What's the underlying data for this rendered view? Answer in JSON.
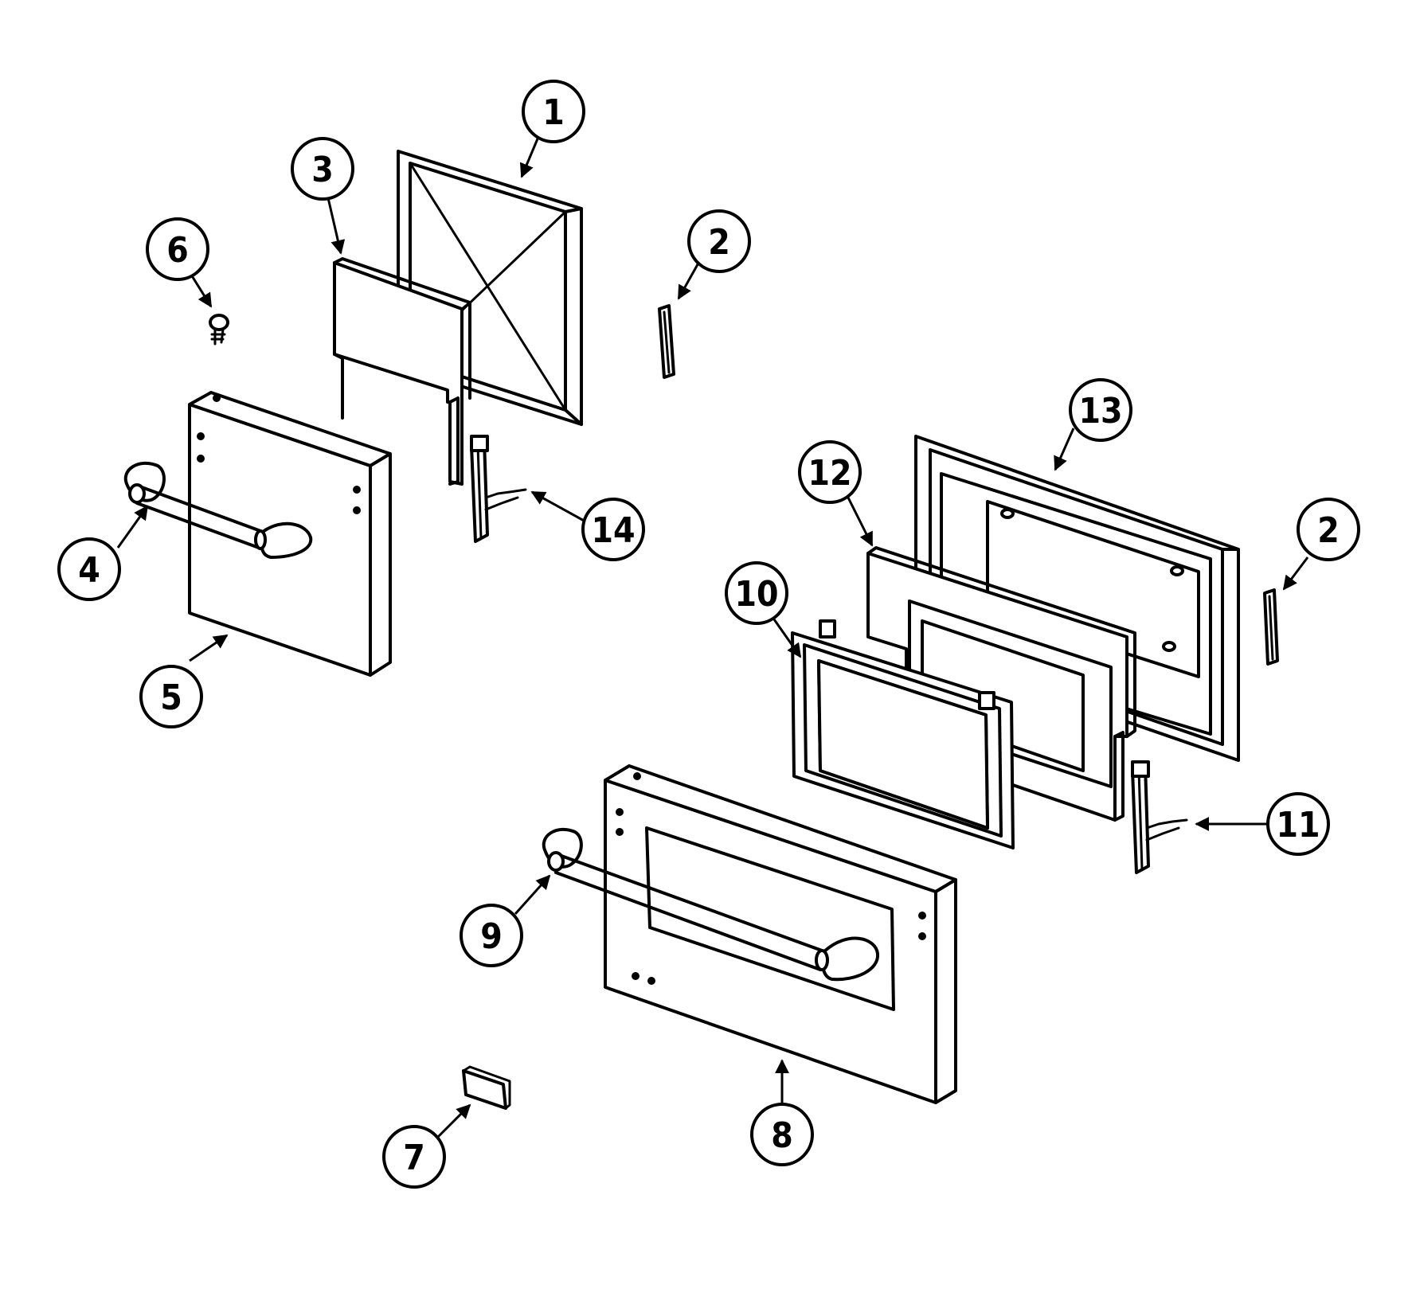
{
  "callouts": [
    {
      "label": "1"
    },
    {
      "label": "2"
    },
    {
      "label": "3"
    },
    {
      "label": "6"
    },
    {
      "label": "4"
    },
    {
      "label": "5"
    },
    {
      "label": "14"
    },
    {
      "label": "13"
    },
    {
      "label": "12"
    },
    {
      "label": "2"
    },
    {
      "label": "10"
    },
    {
      "label": "11"
    },
    {
      "label": "9"
    },
    {
      "label": "7"
    },
    {
      "label": "8"
    }
  ]
}
